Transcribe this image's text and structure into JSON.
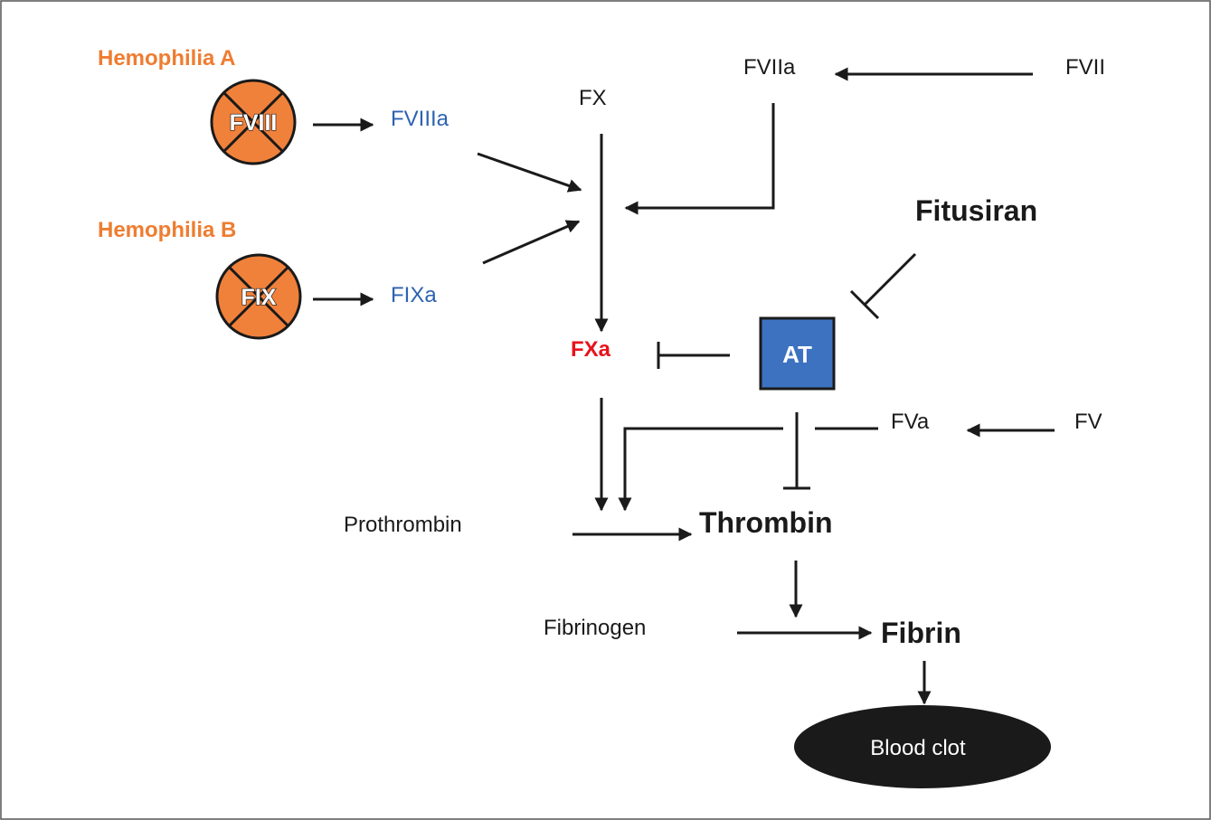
{
  "labels": {
    "hemophilia_a": "Hemophilia A",
    "hemophilia_b": "Hemophilia B",
    "fviii": "FVIII",
    "fviiia": "FVIIIa",
    "fix": "FIX",
    "fixa": "FIXa",
    "fx": "FX",
    "fxa": "FXa",
    "fviia": "FVIIa",
    "fvii": "FVII",
    "fitusiran": "Fitusiran",
    "at": "AT",
    "fva": "FVa",
    "fv": "FV",
    "prothrombin": "Prothrombin",
    "thrombin": "Thrombin",
    "fibrinogen": "Fibrinogen",
    "fibrin": "Fibrin",
    "blood_clot": "Blood clot"
  },
  "colors": {
    "hemophilia": "#ee7d31",
    "factor_circle": "#f0813b",
    "activated_factor": "#2e63b1",
    "fxa": "#e8121c",
    "at_box": "#3d72c1",
    "clot": "#1a1a1a"
  }
}
